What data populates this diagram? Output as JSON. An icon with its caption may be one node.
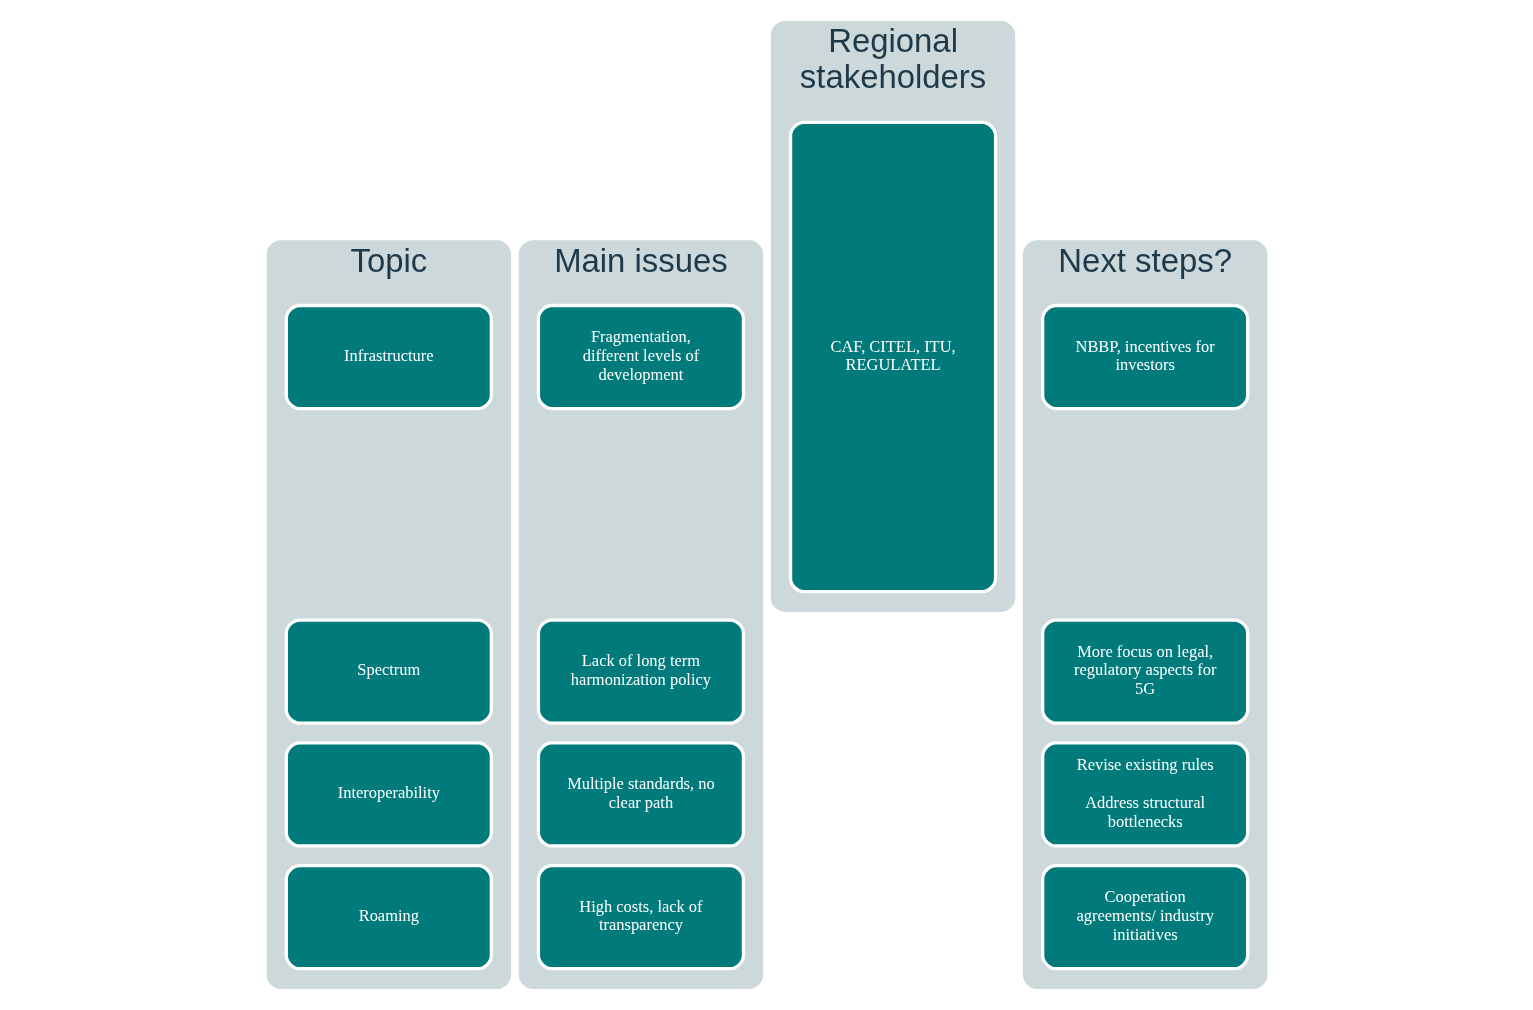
{
  "diagram": {
    "nodes": [
      {
        "text": [
          "Topic"
        ]
      },
      {
        "text": [
          "Infrastructure"
        ],
        "in": 0
      },
      {
        "text": [
          "Spectrum"
        ],
        "in": 0
      },
      {
        "text": [
          "Interoperability"
        ],
        "in": 0
      },
      {
        "text": [
          "Roaming"
        ],
        "in": 0
      },
      {
        "text": [
          "Main issues"
        ]
      },
      {
        "text": [
          "Fragmentation, different levels of development"
        ],
        "in": 5
      },
      {
        "text": [
          "Lack of long term harmonization policy"
        ],
        "in": 5
      },
      {
        "text": [
          "Multiple standards, no clear path"
        ],
        "in": 5
      },
      {
        "text": [
          "High costs, lack of transparency"
        ],
        "in": 5
      },
      {
        "text": [
          "Regional stakeholders"
        ]
      },
      {
        "text": [
          "CAF, CITEL, ITU, REGULATEL"
        ],
        "in": 10
      },
      {
        "text": [
          "Next steps?"
        ]
      },
      {
        "text": [
          "NBBP, incentives for investors"
        ],
        "in": 12
      },
      {
        "text": [
          "More focus on legal, regulatory aspects for 5G"
        ],
        "in": 12
      },
      {
        "text": [
          "Revise existing rules",
          "Address structural bottlenecks"
        ],
        "in": 12
      },
      {
        "text": [
          "Cooperation agreements/ industry initiatives"
        ],
        "in": 12
      }
    ]
  }
}
